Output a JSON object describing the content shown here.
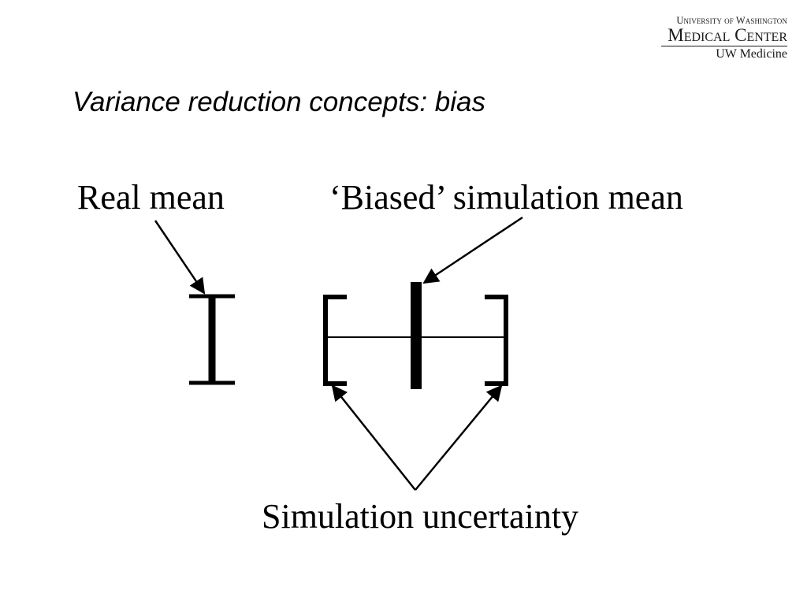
{
  "logo": {
    "line1": "University of Washington",
    "line2": "Medical Center",
    "line3": "UW Medicine"
  },
  "slide": {
    "title": "Variance reduction concepts: bias"
  },
  "diagram": {
    "label_real_mean": "Real mean",
    "label_biased_mean": "‘Biased’ simulation mean",
    "label_uncertainty": "Simulation uncertainty"
  }
}
